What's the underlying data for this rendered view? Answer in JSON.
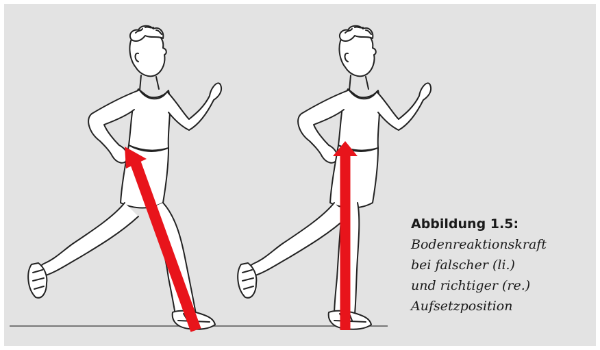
{
  "figure": {
    "caption_title": "Abbildung 1.5:",
    "caption_lines": [
      "Bodenreaktionskraft",
      "bei falscher (li.)",
      "und richtiger (re.)",
      "Aufsetzposition"
    ],
    "background_color": "#e3e3e3",
    "arrow_color": "#e8141b",
    "illustrations": [
      {
        "name": "runner-left",
        "description_icon": "runner-icon",
        "arrow": "diagonal ground reaction force"
      },
      {
        "name": "runner-right",
        "description_icon": "runner-icon",
        "arrow": "vertical ground reaction force"
      }
    ]
  }
}
